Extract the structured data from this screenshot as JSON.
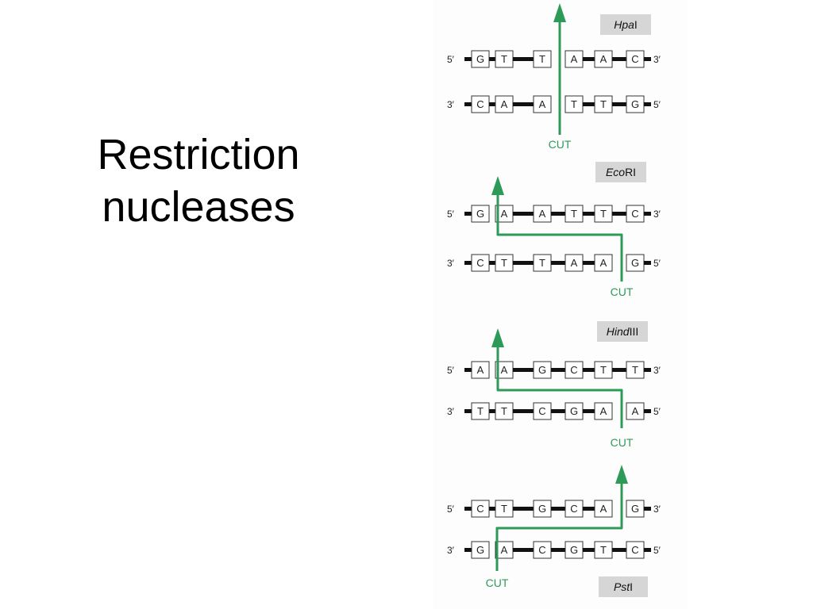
{
  "title": {
    "line1": "Restriction",
    "line2": "nucleases"
  },
  "colors": {
    "cut_arrow": "#2e9a58",
    "label_box": "#d6d6d6",
    "base_box_border": "#333333"
  },
  "enzymes": [
    {
      "name_italic": "Hpa",
      "name_roman": "I",
      "top_strand": {
        "left_end": "5′",
        "right_end": "3′",
        "bases": [
          "G",
          "T",
          "T",
          "A",
          "A",
          "C"
        ]
      },
      "bottom_strand": {
        "left_end": "3′",
        "right_end": "5′",
        "bases": [
          "C",
          "A",
          "A",
          "T",
          "T",
          "G"
        ]
      },
      "cut_label": "CUT"
    },
    {
      "name_italic": "Eco",
      "name_roman": "RI",
      "top_strand": {
        "left_end": "5′",
        "right_end": "3′",
        "bases": [
          "G",
          "A",
          "A",
          "T",
          "T",
          "C"
        ]
      },
      "bottom_strand": {
        "left_end": "3′",
        "right_end": "5′",
        "bases": [
          "C",
          "T",
          "T",
          "A",
          "A",
          "G"
        ]
      },
      "cut_label": "CUT"
    },
    {
      "name_italic": "Hind",
      "name_roman": "III",
      "top_strand": {
        "left_end": "5′",
        "right_end": "3′",
        "bases": [
          "A",
          "A",
          "G",
          "C",
          "T",
          "T"
        ]
      },
      "bottom_strand": {
        "left_end": "3′",
        "right_end": "5′",
        "bases": [
          "T",
          "T",
          "C",
          "G",
          "A",
          "A"
        ]
      },
      "cut_label": "CUT"
    },
    {
      "name_italic": "Pst",
      "name_roman": "I",
      "top_strand": {
        "left_end": "5′",
        "right_end": "3′",
        "bases": [
          "C",
          "T",
          "G",
          "C",
          "A",
          "G"
        ]
      },
      "bottom_strand": {
        "left_end": "3′",
        "right_end": "5′",
        "bases": [
          "G",
          "A",
          "C",
          "G",
          "T",
          "C"
        ]
      },
      "cut_label": "CUT"
    }
  ]
}
